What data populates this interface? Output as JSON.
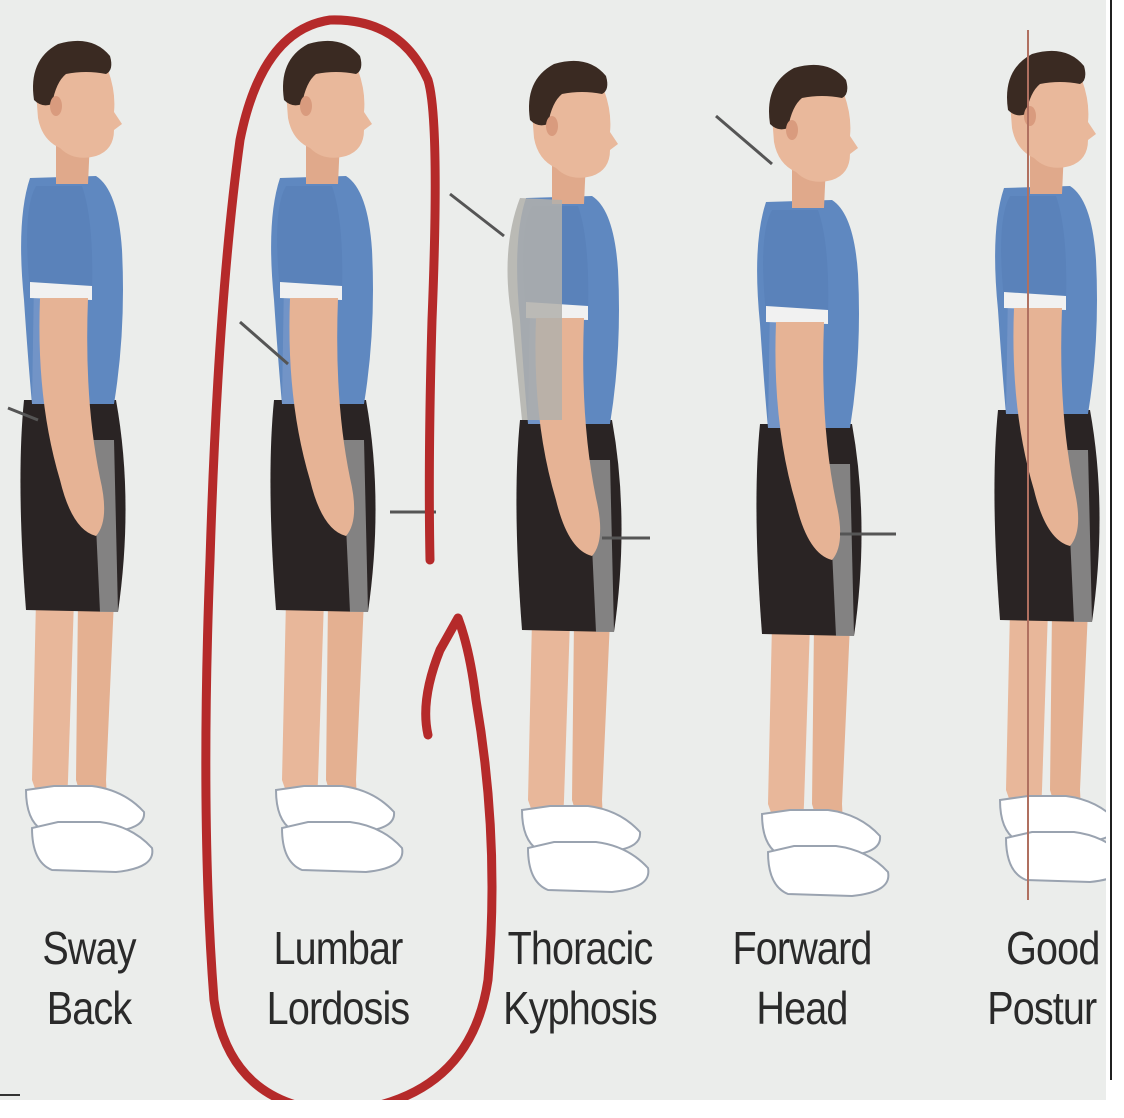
{
  "captions": [
    {
      "line1": "Sway",
      "line2": "Back"
    },
    {
      "line1": "Lumbar",
      "line2": "Lordosis"
    },
    {
      "line1": "Thoracic",
      "line2": "Kyphosis"
    },
    {
      "line1": "Forward",
      "line2": "Head"
    },
    {
      "line1": "Good",
      "line2": "Postur"
    }
  ],
  "colors": {
    "background": "#ebedeb",
    "shirt": "#5f88c0",
    "shorts": "#2a2424",
    "skin": "#e8b79a",
    "hair": "#3a2a22",
    "annotation_loop": "#b52a2a"
  },
  "highlighted_caption": "Lumbar Lordosis"
}
